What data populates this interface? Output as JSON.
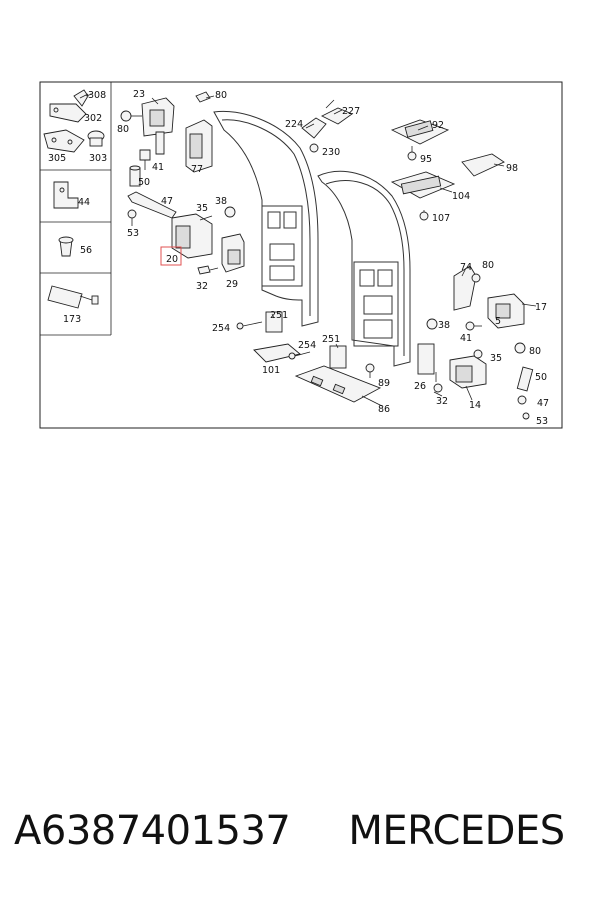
{
  "callouts": {
    "c308": "308",
    "c302": "302",
    "c305": "305",
    "c303": "303",
    "c44": "44",
    "c56": "56",
    "c173": "173",
    "c23": "23",
    "c80a": "80",
    "c80b": "80",
    "c41a": "41",
    "c50a": "50",
    "c47a": "47",
    "c53a": "53",
    "c35a": "35",
    "c38a": "38",
    "c20": "20",
    "c32a": "32",
    "c29": "29",
    "c77": "77",
    "c224": "224",
    "c227": "227",
    "c230": "230",
    "c92": "92",
    "c95": "95",
    "c98": "98",
    "c104": "104",
    "c107": "107",
    "c74": "74",
    "c80c": "80",
    "c17": "17",
    "c5": "5",
    "c38b": "38",
    "c41b": "41",
    "c80d": "80",
    "c35b": "35",
    "c50b": "50",
    "c251a": "251",
    "c254a": "254",
    "c254b": "254",
    "c251b": "251",
    "c101": "101",
    "c89": "89",
    "c26": "26",
    "c32b": "32",
    "c14": "14",
    "c47b": "47",
    "c86": "86",
    "c53b": "53"
  },
  "caption": {
    "part_number": "A6387401537",
    "brand": "MERCEDES"
  },
  "colors": {
    "highlight": "#e05050",
    "line": "#222222"
  }
}
